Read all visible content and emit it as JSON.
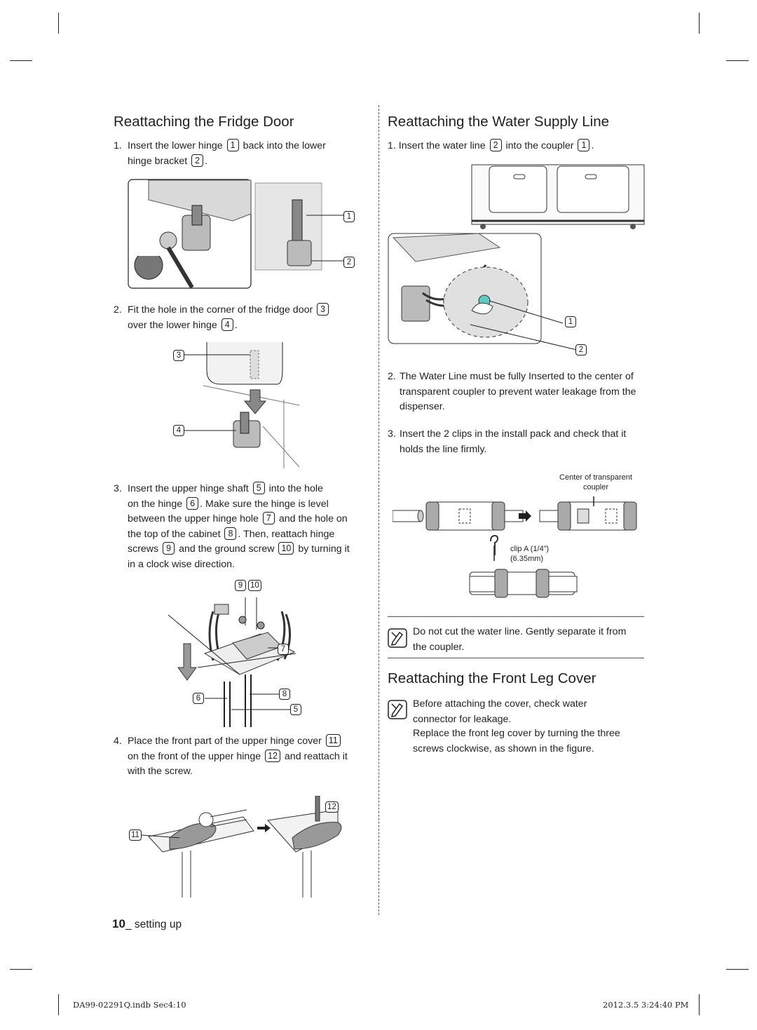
{
  "left": {
    "heading": "Reattaching the Fridge Door",
    "steps": [
      {
        "num": "1.",
        "parts": [
          "Insert the lower hinge",
          "1",
          "back into the lower",
          "hinge bracket",
          "2",
          "."
        ]
      },
      {
        "num": "2.",
        "parts": [
          "Fit the hole in the corner of the fridge door",
          "3",
          "over the lower hinge",
          "4",
          "."
        ]
      },
      {
        "num": "3.",
        "parts": [
          "Insert the upper hinge shaft",
          "5",
          "into the hole",
          "on the hinge",
          "6",
          ". Make sure the hinge is level",
          "between the upper hinge hole",
          "7",
          "and the hole on",
          "the top of the cabinet",
          "8",
          ". Then, reattach hinge",
          "screws",
          "9",
          "and the ground screw",
          "10",
          "by turning it",
          "in a clock wise direction."
        ]
      },
      {
        "num": "4.",
        "parts": [
          "Place the front part of the upper hinge cover",
          "11",
          "on the front of the upper hinge",
          "12",
          "and reattach it",
          "with the screw."
        ]
      }
    ],
    "callouts": {
      "fig1": [
        "1",
        "2"
      ],
      "fig2": [
        "3",
        "4"
      ],
      "fig3": [
        "9",
        "10",
        "7",
        "6",
        "8",
        "5"
      ],
      "fig4": [
        "12",
        "11"
      ]
    }
  },
  "right": {
    "heading1": "Reattaching the Water Supply Line",
    "step1": [
      "1. Insert the water line",
      "2",
      "into the coupler",
      "1",
      "."
    ],
    "fig_callouts": [
      "1",
      "2"
    ],
    "step2_num": "2.",
    "step2": "The Water Line must be fully Inserted to the center of transparent coupler to prevent water leakage from the dispenser.",
    "step3_num": "3.",
    "step3": "Insert the 2 clips in the install pack and check that it holds the line firmly.",
    "coupler_label": "Center of transparent coupler",
    "clip_label_1": "clip A (1/4”)",
    "clip_label_2": "(6.35mm)",
    "note1": "Do not cut the water line. Gently separate it from the coupler.",
    "heading2": "Reattaching the Front Leg Cover",
    "note2_line1": "Before attaching the cover, check water connector for leakage.",
    "note2_line2": "Replace the front leg cover by turning the three screws clockwise, as shown in the figure."
  },
  "footer": {
    "page_num": "10",
    "section": "_ setting up",
    "slug_left": "DA99-02291Q.indb   Sec4:10",
    "slug_right": "2012.3.5   3:24:40 PM"
  }
}
